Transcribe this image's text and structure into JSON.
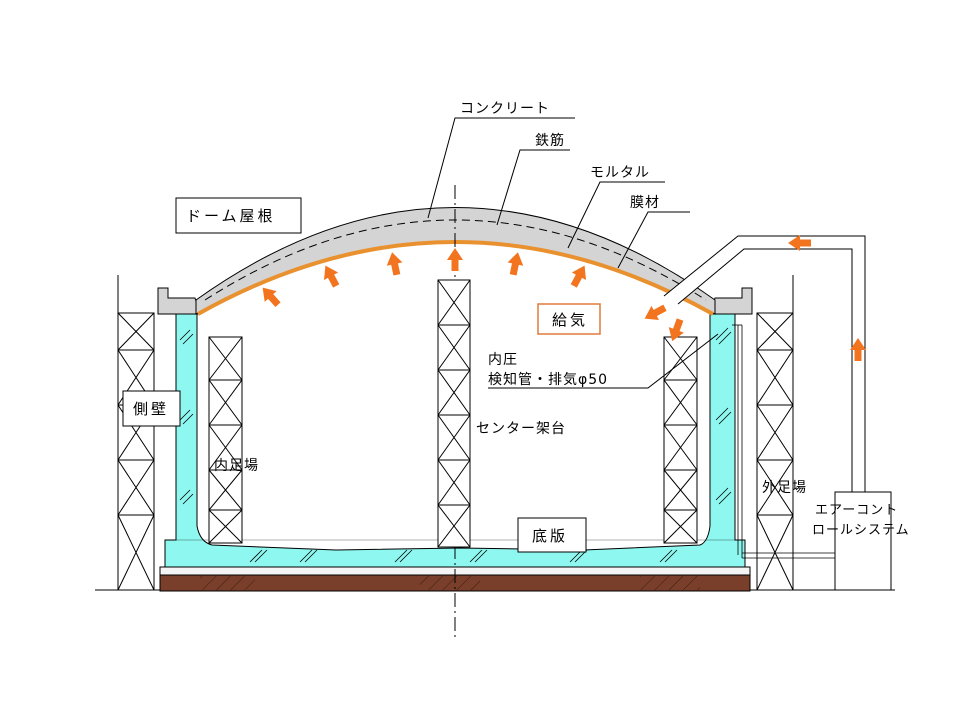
{
  "labels": {
    "concrete": "コンクリート",
    "rebar": "鉄筋",
    "mortar": "モルタル",
    "membrane": "膜材",
    "dome_roof": "ドーム屋根",
    "supply_air": "給気",
    "pressure_line1": "内圧",
    "pressure_line2": "検知管・排気φ50",
    "side_wall": "側壁",
    "inner_scaffold": "内足場",
    "center_frame": "センター架台",
    "outer_scaffold": "外足場",
    "base_slab": "底版",
    "air_control_line1": "エアーコント",
    "air_control_line2": "ロールシステム"
  },
  "colors": {
    "wall_fill": "#8ef7ef",
    "concrete_fill": "#d4d4d4",
    "membrane": "#e9912f",
    "arrow": "#f2741f",
    "ground": "#7a3f2a",
    "supply_box": "#e07a3a"
  }
}
